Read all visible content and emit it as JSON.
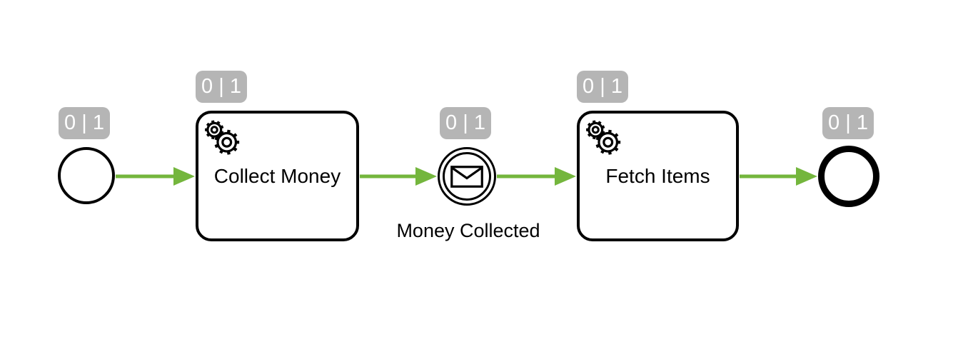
{
  "diagram": {
    "type": "bpmn-process-token-simulation",
    "elements": {
      "start_event": {
        "badge": "0 | 1"
      },
      "collect_money_task": {
        "label": "Collect Money",
        "badge": "0 | 1"
      },
      "money_collected_event": {
        "label": "Money Collected",
        "badge": "0 | 1"
      },
      "fetch_items_task": {
        "label": "Fetch Items",
        "badge": "0 | 1"
      },
      "end_event": {
        "badge": "0 | 1"
      }
    },
    "icons": {
      "service_task_marker": "gear-icon",
      "message_event_marker": "envelope-icon",
      "flow_marker": "arrow-head-icon"
    },
    "colors": {
      "sequence_flow_green": "#74b63d",
      "badge_background": "#b5b5b5",
      "badge_text": "#ffffff",
      "shape_stroke": "#000000",
      "canvas_background": "#ffffff"
    }
  }
}
